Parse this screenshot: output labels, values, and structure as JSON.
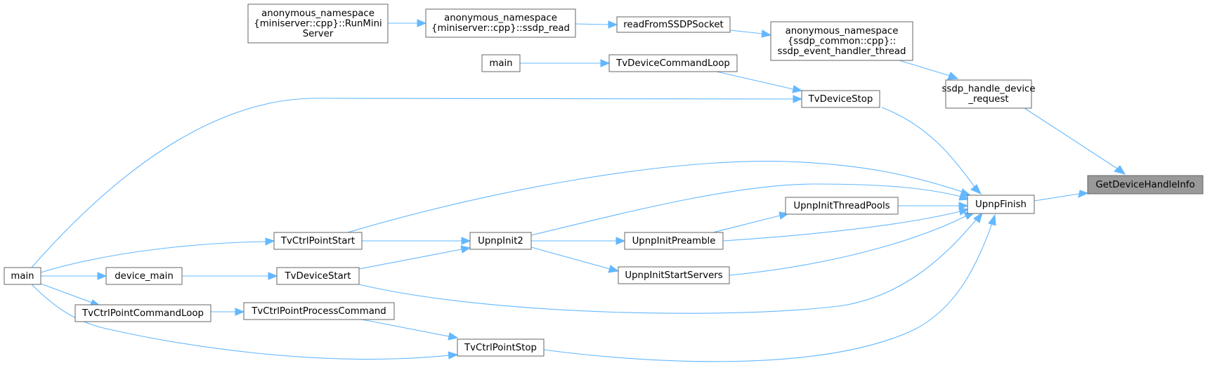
{
  "graph": {
    "highlight_color": "#999999",
    "edge_color": "#63b8ff",
    "nodes": [
      {
        "id": "GetDeviceHandleInfo",
        "lines": [
          "GetDeviceHandleInfo"
        ],
        "highlight": true
      },
      {
        "id": "UpnpFinish",
        "lines": [
          "UpnpFinish"
        ]
      },
      {
        "id": "ssdp_handle_device_request",
        "lines": [
          "ssdp_handle_device",
          "_request"
        ]
      },
      {
        "id": "ssdp_event_handler_thread",
        "lines": [
          "anonymous_namespace",
          "{ssdp_common::cpp}::",
          "ssdp_event_handler_thread"
        ]
      },
      {
        "id": "readFromSSDPSocket",
        "lines": [
          "readFromSSDPSocket"
        ]
      },
      {
        "id": "ssdp_read",
        "lines": [
          "anonymous_namespace",
          "{miniserver::cpp}::ssdp_read"
        ]
      },
      {
        "id": "RunMiniServer",
        "lines": [
          "anonymous_namespace",
          "{miniserver::cpp}::RunMini",
          "Server"
        ]
      },
      {
        "id": "TvDeviceStop",
        "lines": [
          "TvDeviceStop"
        ]
      },
      {
        "id": "TvDeviceCommandLoop",
        "lines": [
          "TvDeviceCommandLoop"
        ]
      },
      {
        "id": "main_top",
        "lines": [
          "main"
        ]
      },
      {
        "id": "main_left",
        "lines": [
          "main"
        ]
      },
      {
        "id": "UpnpInitThreadPools",
        "lines": [
          "UpnpInitThreadPools"
        ]
      },
      {
        "id": "UpnpInit2",
        "lines": [
          "UpnpInit2"
        ]
      },
      {
        "id": "UpnpInitPreamble",
        "lines": [
          "UpnpInitPreamble"
        ]
      },
      {
        "id": "UpnpInitStartServers",
        "lines": [
          "UpnpInitStartServers"
        ]
      },
      {
        "id": "TvCtrlPointStart",
        "lines": [
          "TvCtrlPointStart"
        ]
      },
      {
        "id": "TvDeviceStart",
        "lines": [
          "TvDeviceStart"
        ]
      },
      {
        "id": "device_main",
        "lines": [
          "device_main"
        ]
      },
      {
        "id": "TvCtrlPointCommandLoop",
        "lines": [
          "TvCtrlPointCommandLoop"
        ]
      },
      {
        "id": "TvCtrlPointProcessCommand",
        "lines": [
          "TvCtrlPointProcessCommand"
        ]
      },
      {
        "id": "TvCtrlPointStop",
        "lines": [
          "TvCtrlPointStop"
        ]
      }
    ],
    "edges": [
      {
        "from": "UpnpFinish",
        "to": "GetDeviceHandleInfo"
      },
      {
        "from": "ssdp_handle_device_request",
        "to": "GetDeviceHandleInfo"
      },
      {
        "from": "ssdp_event_handler_thread",
        "to": "ssdp_handle_device_request"
      },
      {
        "from": "readFromSSDPSocket",
        "to": "ssdp_event_handler_thread"
      },
      {
        "from": "ssdp_read",
        "to": "readFromSSDPSocket"
      },
      {
        "from": "RunMiniServer",
        "to": "ssdp_read"
      },
      {
        "from": "TvDeviceStop",
        "to": "UpnpFinish"
      },
      {
        "from": "TvDeviceCommandLoop",
        "to": "TvDeviceStop"
      },
      {
        "from": "main_top",
        "to": "TvDeviceCommandLoop"
      },
      {
        "from": "main_left",
        "to": "TvDeviceStop"
      },
      {
        "from": "TvCtrlPointStart",
        "to": "UpnpFinish"
      },
      {
        "from": "UpnpInit2",
        "to": "UpnpFinish"
      },
      {
        "from": "UpnpInitThreadPools",
        "to": "UpnpFinish"
      },
      {
        "from": "UpnpInitPreamble",
        "to": "UpnpFinish"
      },
      {
        "from": "UpnpInitStartServers",
        "to": "UpnpFinish"
      },
      {
        "from": "TvDeviceStart",
        "to": "UpnpFinish"
      },
      {
        "from": "TvCtrlPointStop",
        "to": "UpnpFinish"
      },
      {
        "from": "UpnpInitPreamble",
        "to": "UpnpInitThreadPools"
      },
      {
        "from": "UpnpInit2",
        "to": "UpnpInitPreamble"
      },
      {
        "from": "UpnpInit2",
        "to": "UpnpInitStartServers"
      },
      {
        "from": "TvCtrlPointStart",
        "to": "UpnpInit2"
      },
      {
        "from": "TvDeviceStart",
        "to": "UpnpInit2"
      },
      {
        "from": "main_left",
        "to": "TvCtrlPointStart"
      },
      {
        "from": "device_main",
        "to": "TvDeviceStart"
      },
      {
        "from": "main_left",
        "to": "device_main"
      },
      {
        "from": "main_left",
        "to": "TvCtrlPointCommandLoop"
      },
      {
        "from": "TvCtrlPointCommandLoop",
        "to": "TvCtrlPointProcessCommand"
      },
      {
        "from": "TvCtrlPointProcessCommand",
        "to": "TvCtrlPointStop"
      },
      {
        "from": "main_left",
        "to": "TvCtrlPointStop"
      }
    ]
  }
}
